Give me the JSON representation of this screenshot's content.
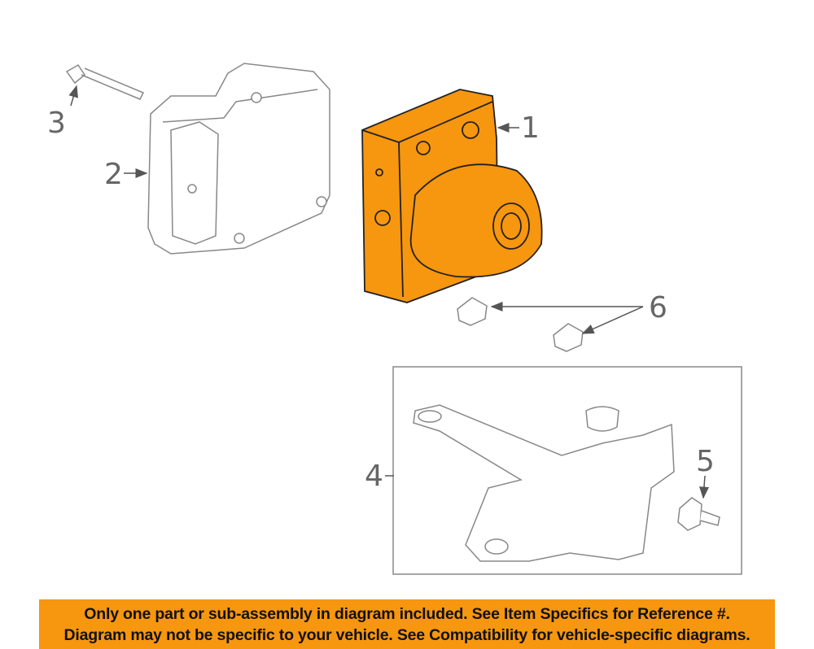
{
  "callouts": {
    "c1": "1",
    "c2": "2",
    "c3": "3",
    "c4": "4",
    "c5": "5",
    "c6": "6"
  },
  "colors": {
    "highlight": "#f7960f",
    "line": "#555555",
    "part_outline": "#222222"
  },
  "banner": {
    "line1": "Only one part or sub-assembly in diagram included. See Item Specifics for Reference #.",
    "line2": "Diagram may not be specific to your vehicle. See Compatibility for vehicle-specific diagrams."
  }
}
